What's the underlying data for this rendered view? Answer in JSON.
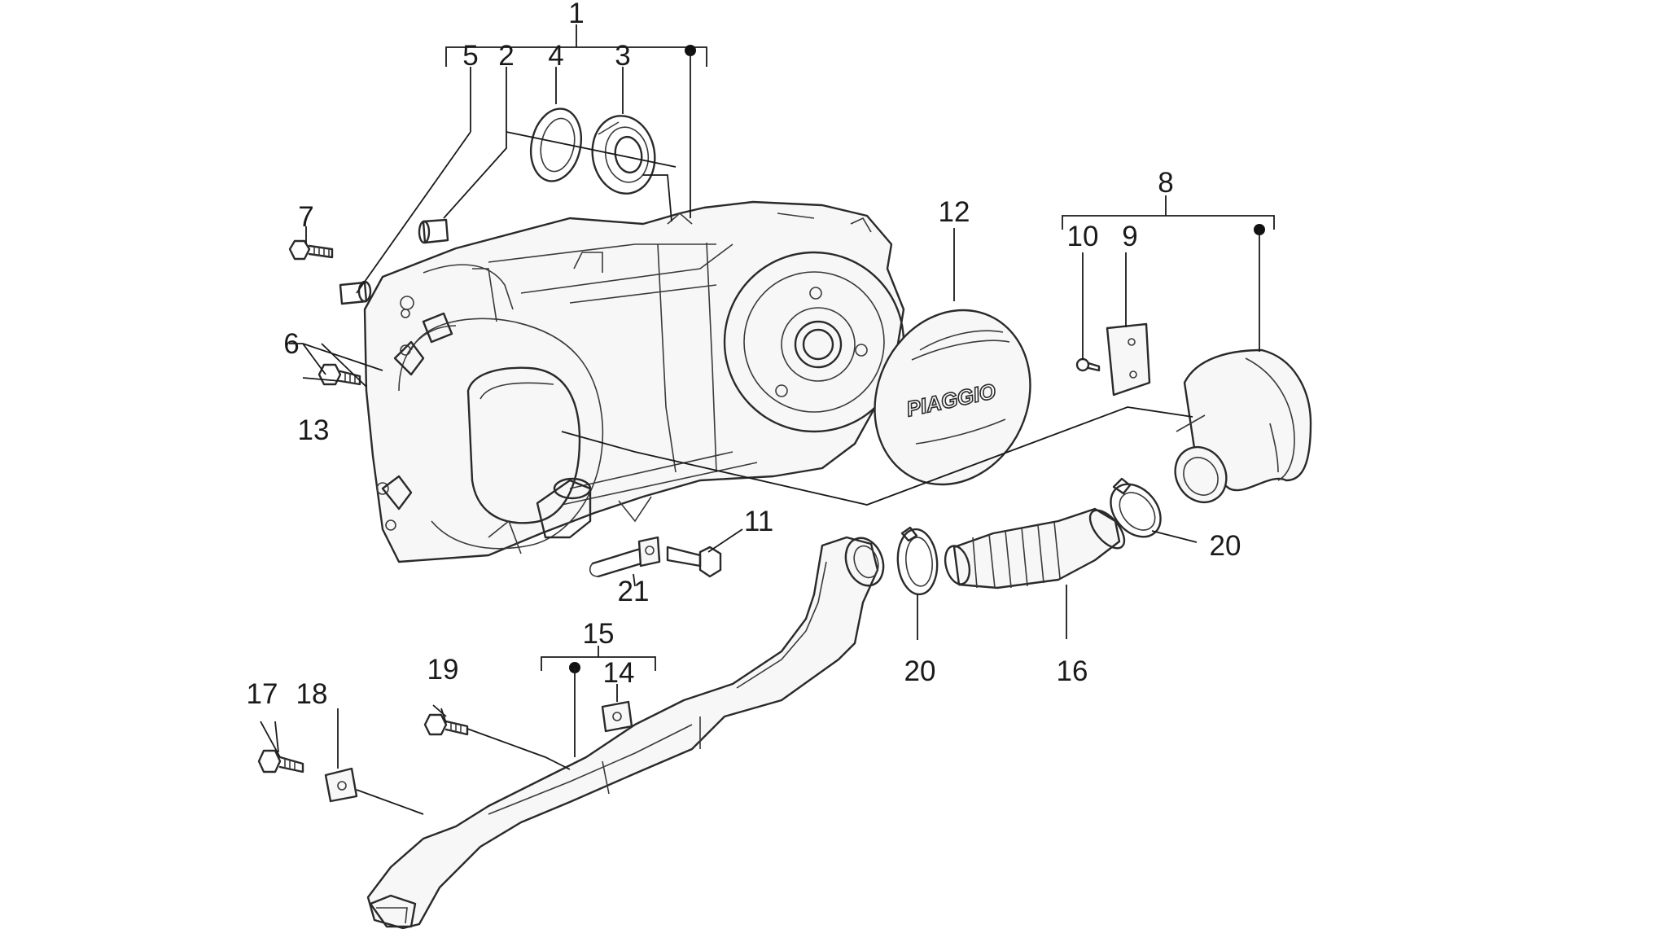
{
  "callouts": {
    "n1": "1",
    "n2": "2",
    "n3": "3",
    "n4": "4",
    "n5": "5",
    "n6": "6",
    "n7": "7",
    "n8": "8",
    "n9": "9",
    "n10": "10",
    "n11": "11",
    "n12": "12",
    "n13": "13",
    "n14": "14",
    "n15": "15",
    "n16": "16",
    "n17": "17",
    "n18": "18",
    "n19": "19",
    "n20a": "20",
    "n20b": "20",
    "n21": "21"
  },
  "cover_logo": "PIAGGIO"
}
